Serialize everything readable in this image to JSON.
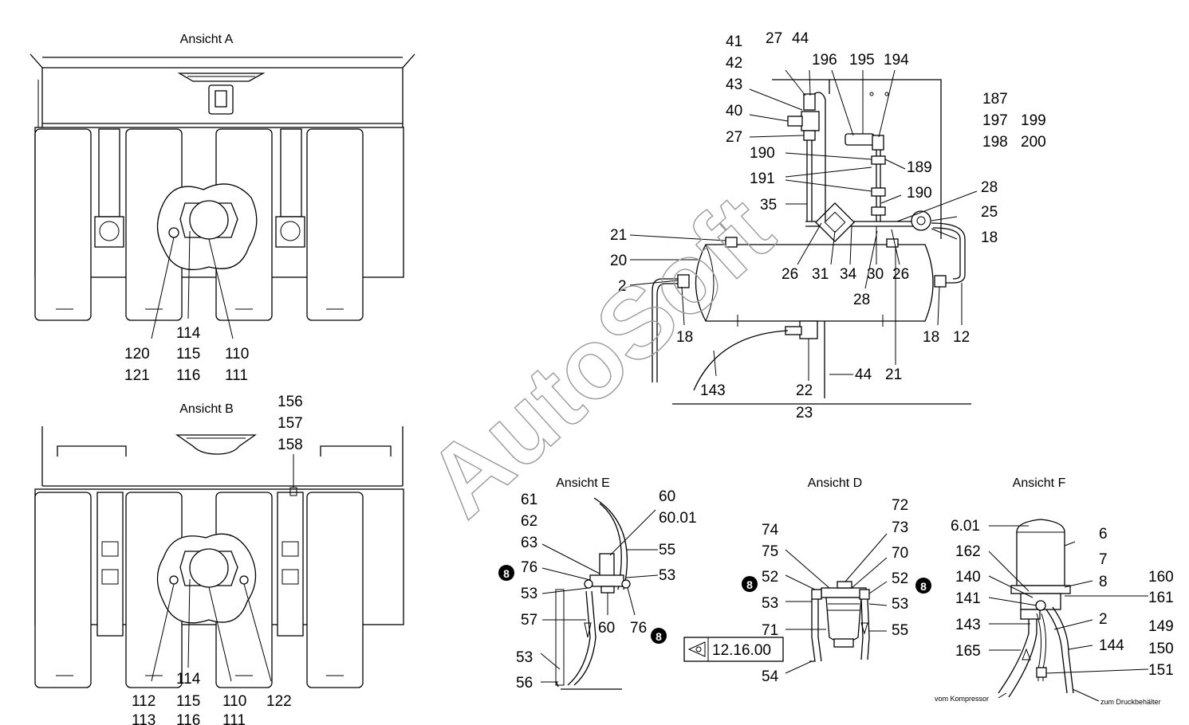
{
  "views": {
    "a": {
      "title": "Ansicht A"
    },
    "b": {
      "title": "Ansicht B"
    },
    "d": {
      "title": "Ansicht D"
    },
    "e": {
      "title": "Ansicht E"
    },
    "f": {
      "title": "Ansicht F"
    }
  },
  "watermark": "AutoSoft",
  "reference_box": {
    "code": "12.16.00"
  },
  "arrows": {
    "from_compressor": "vom Kompressor",
    "to_tank": "zum Druckbehälter"
  },
  "badge_text": "8",
  "labels": {
    "a": [
      "120",
      "121",
      "114",
      "115",
      "116",
      "110",
      "111"
    ],
    "b": [
      "156",
      "157",
      "158",
      "112",
      "113",
      "114",
      "115",
      "116",
      "110",
      "111",
      "122"
    ],
    "main": [
      "41",
      "42",
      "43",
      "40",
      "27",
      "27",
      "44",
      "196",
      "195",
      "194",
      "187",
      "197",
      "199",
      "198",
      "200",
      "190",
      "191",
      "189",
      "190",
      "35",
      "28",
      "25",
      "18",
      "21",
      "20",
      "2",
      "26",
      "31",
      "34",
      "30",
      "26",
      "28",
      "18",
      "18",
      "12",
      "143",
      "22",
      "44",
      "21",
      "23"
    ],
    "e": [
      "61",
      "62",
      "63",
      "76",
      "53",
      "57",
      "53",
      "56",
      "60",
      "60.01",
      "55",
      "53",
      "60",
      "76"
    ],
    "d": [
      "74",
      "75",
      "52",
      "53",
      "71",
      "54",
      "72",
      "73",
      "70",
      "52",
      "53",
      "55"
    ],
    "f": [
      "6.01",
      "162",
      "140",
      "141",
      "143",
      "165",
      "6",
      "7",
      "8",
      "2",
      "144",
      "160",
      "161",
      "149",
      "150",
      "151"
    ]
  }
}
